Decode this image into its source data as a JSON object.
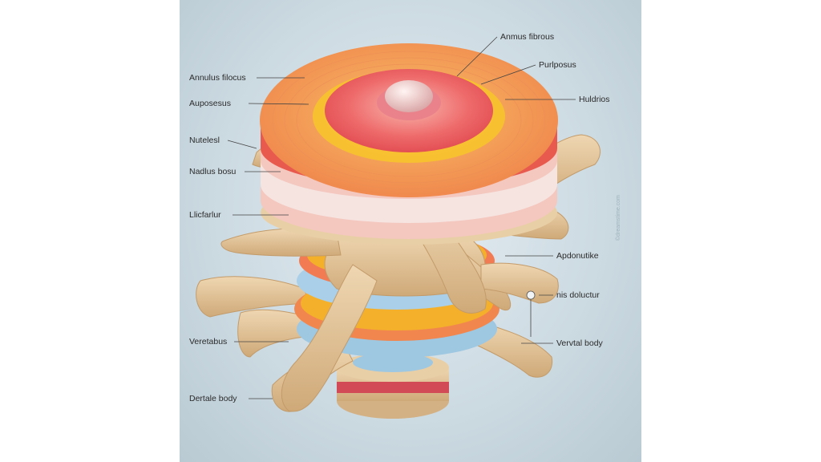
{
  "labels": {
    "annulus_fibrous": "Anmus fibrous",
    "purlposus": "Purlposus",
    "annulus_filocus": "Annulus filocus",
    "auposesus": "Auposesus",
    "huldrios": "Huldrios",
    "nutelesl": "Nutelesl",
    "nadlus_bosu": "Nadlus bosu",
    "llicfarlur": "Llicfarlur",
    "apdonutike": "Apdonutike",
    "nis_doluctur": "nis doluctur",
    "veretabus": "Veretabus",
    "vervtal_body": "Vervtal body",
    "dertale_body": "Dertale body"
  },
  "watermark": "©dreamstime.com",
  "colors": {
    "background": "#c9d8e0",
    "bone": "#e3c79f",
    "annulus": "#f2a85e",
    "nucleus": "#e8676a",
    "nerve": "#f6c21c",
    "disc_blue": "#a9d0e8"
  }
}
